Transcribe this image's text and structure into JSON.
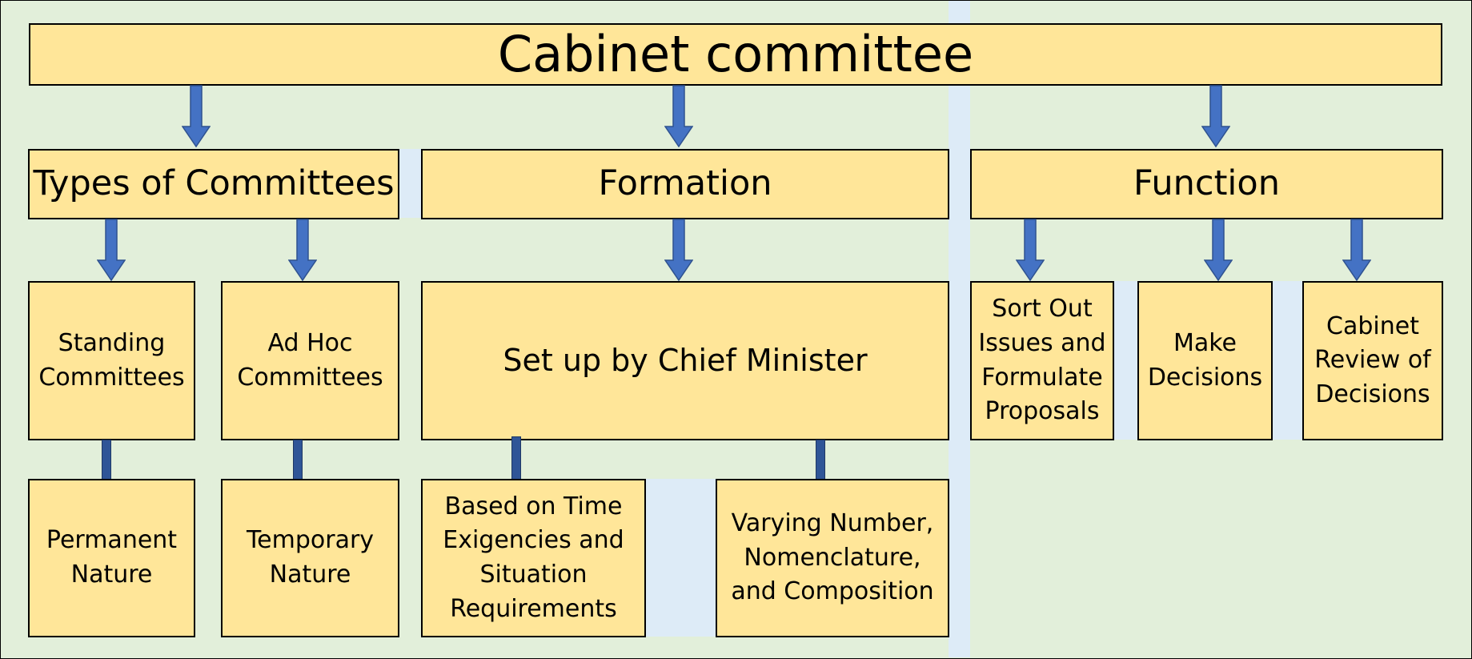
{
  "root": {
    "label": "Cabinet committee"
  },
  "categories": {
    "types": {
      "label": "Types of Committees"
    },
    "formation": {
      "label": "Formation"
    },
    "function": {
      "label": "Function"
    }
  },
  "types": {
    "standing": {
      "label": "Standing\nCommittees",
      "detail": "Permanent\nNature"
    },
    "adhoc": {
      "label": "Ad Hoc\nCommittees",
      "detail": "Temporary\nNature"
    }
  },
  "formation": {
    "setup": {
      "label": "Set up by Chief Minister"
    },
    "basis": {
      "label": "Based on Time\nExigencies and\nSituation\nRequirements"
    },
    "varying": {
      "label": "Varying Number,\nNomenclature,\nand Composition"
    }
  },
  "function": {
    "sort_out": {
      "label": "Sort Out\nIssues and\nFormulate\nProposals"
    },
    "decide": {
      "label": "Make\nDecisions"
    },
    "review": {
      "label": "Cabinet\nReview of\nDecisions"
    }
  },
  "colors": {
    "box_fill": "#ffe699",
    "arrow_fill": "#4472c4",
    "background": "#e2efda",
    "stripe": "#ddebf7"
  }
}
